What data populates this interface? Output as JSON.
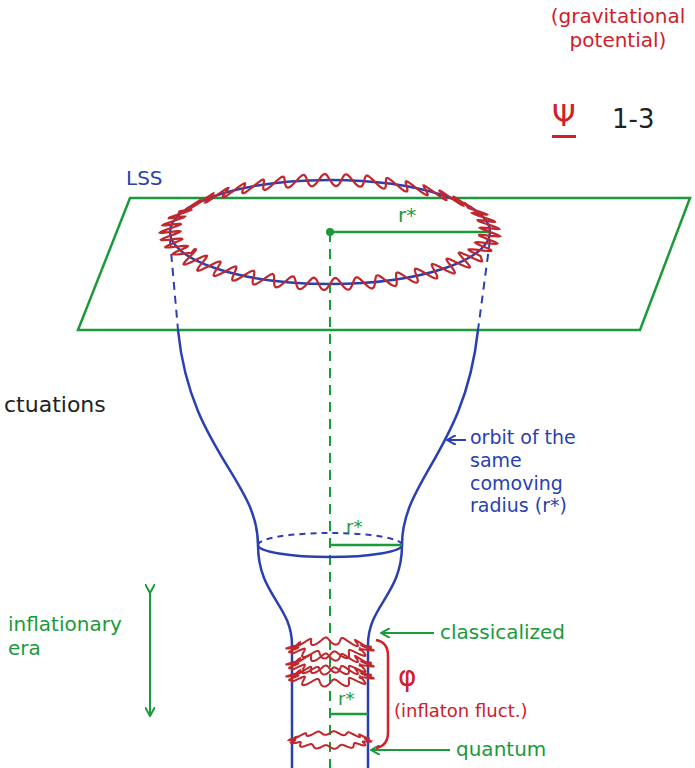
{
  "diagram": {
    "labels": [
      "(gravitational potential)",
      "Ψ",
      "1-3",
      "LSS",
      "r*",
      "ctuations",
      "orbit of the same comoving radius (r*)",
      "r*",
      "classicalized",
      "inflationary era",
      "φ",
      "(inflaton fluct.)",
      "r*",
      "quantum"
    ]
  }
}
